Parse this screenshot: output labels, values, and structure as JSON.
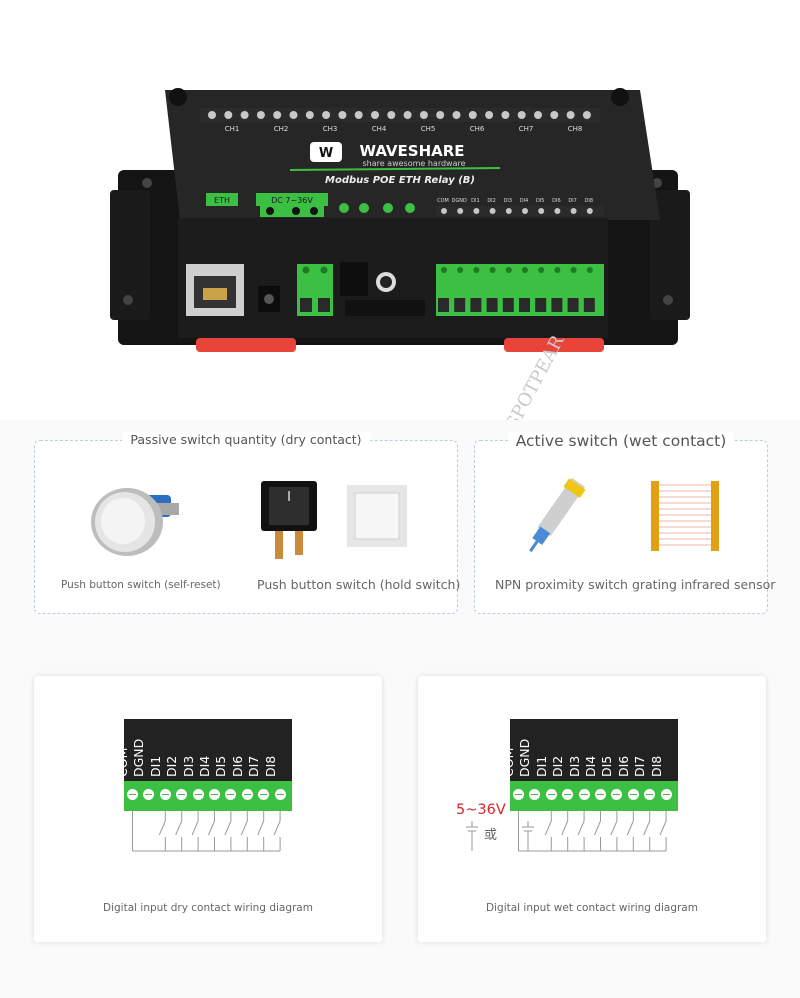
{
  "device": {
    "brand": "WAVESHARE",
    "tagline": "share awesome hardware",
    "model": "Modbus POE ETH Relay (B)",
    "eth_label": "ETH",
    "power_label": "DC 7~36V",
    "channels": [
      "CH1",
      "CH2",
      "CH3",
      "CH4",
      "CH5",
      "CH6",
      "CH7",
      "CH8"
    ],
    "di_labels": [
      "COM",
      "DGND",
      "DI1",
      "DI2",
      "DI3",
      "DI4",
      "DI5",
      "DI6",
      "DI7",
      "DI8"
    ],
    "watermark": "SPOTPEAR"
  },
  "passive": {
    "title": "Passive switch quantity (dry contact)",
    "items": [
      {
        "icon": "push-button-self-reset-icon",
        "caption": "Push button switch (self-reset)"
      },
      {
        "icon": "rocker-switch-icon",
        "caption": "Push button switch (hold switch)"
      },
      {
        "icon": "wall-switch-icon",
        "caption": ""
      }
    ]
  },
  "active": {
    "title": "Active switch (wet contact)",
    "caption": "NPN proximity switch grating infrared sensor",
    "items": [
      {
        "icon": "npn-proximity-sensor-icon"
      },
      {
        "icon": "light-grating-icon"
      }
    ]
  },
  "wiring": {
    "pins": [
      "COM",
      "DGND",
      "DI1",
      "DI2",
      "DI3",
      "DI4",
      "DI5",
      "DI6",
      "DI7",
      "DI8"
    ],
    "dry_caption": "Digital input dry contact wiring diagram",
    "wet_caption": "Digital input wet contact wiring diagram",
    "voltage_label": "5~36V",
    "or_label": "或"
  },
  "colors": {
    "terminal_green": "#3bc043",
    "device_black": "#1e1e1e",
    "dashed_border": "#b9cfe0",
    "voltage_red": "#d9232a"
  }
}
